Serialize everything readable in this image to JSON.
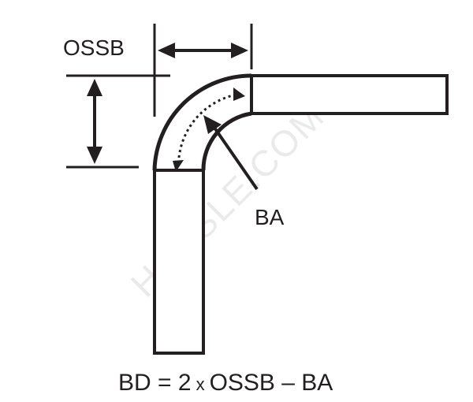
{
  "labels": {
    "ossb": "OSSB",
    "ba": "BA"
  },
  "formula": {
    "lhs": "BD = 2",
    "op": "x",
    "rhs": "OSSB – BA"
  },
  "watermark": "HARSLE.COM",
  "colors": {
    "ink": "#231f20",
    "watermark": "#d9d9d9",
    "background": "#ffffff"
  }
}
